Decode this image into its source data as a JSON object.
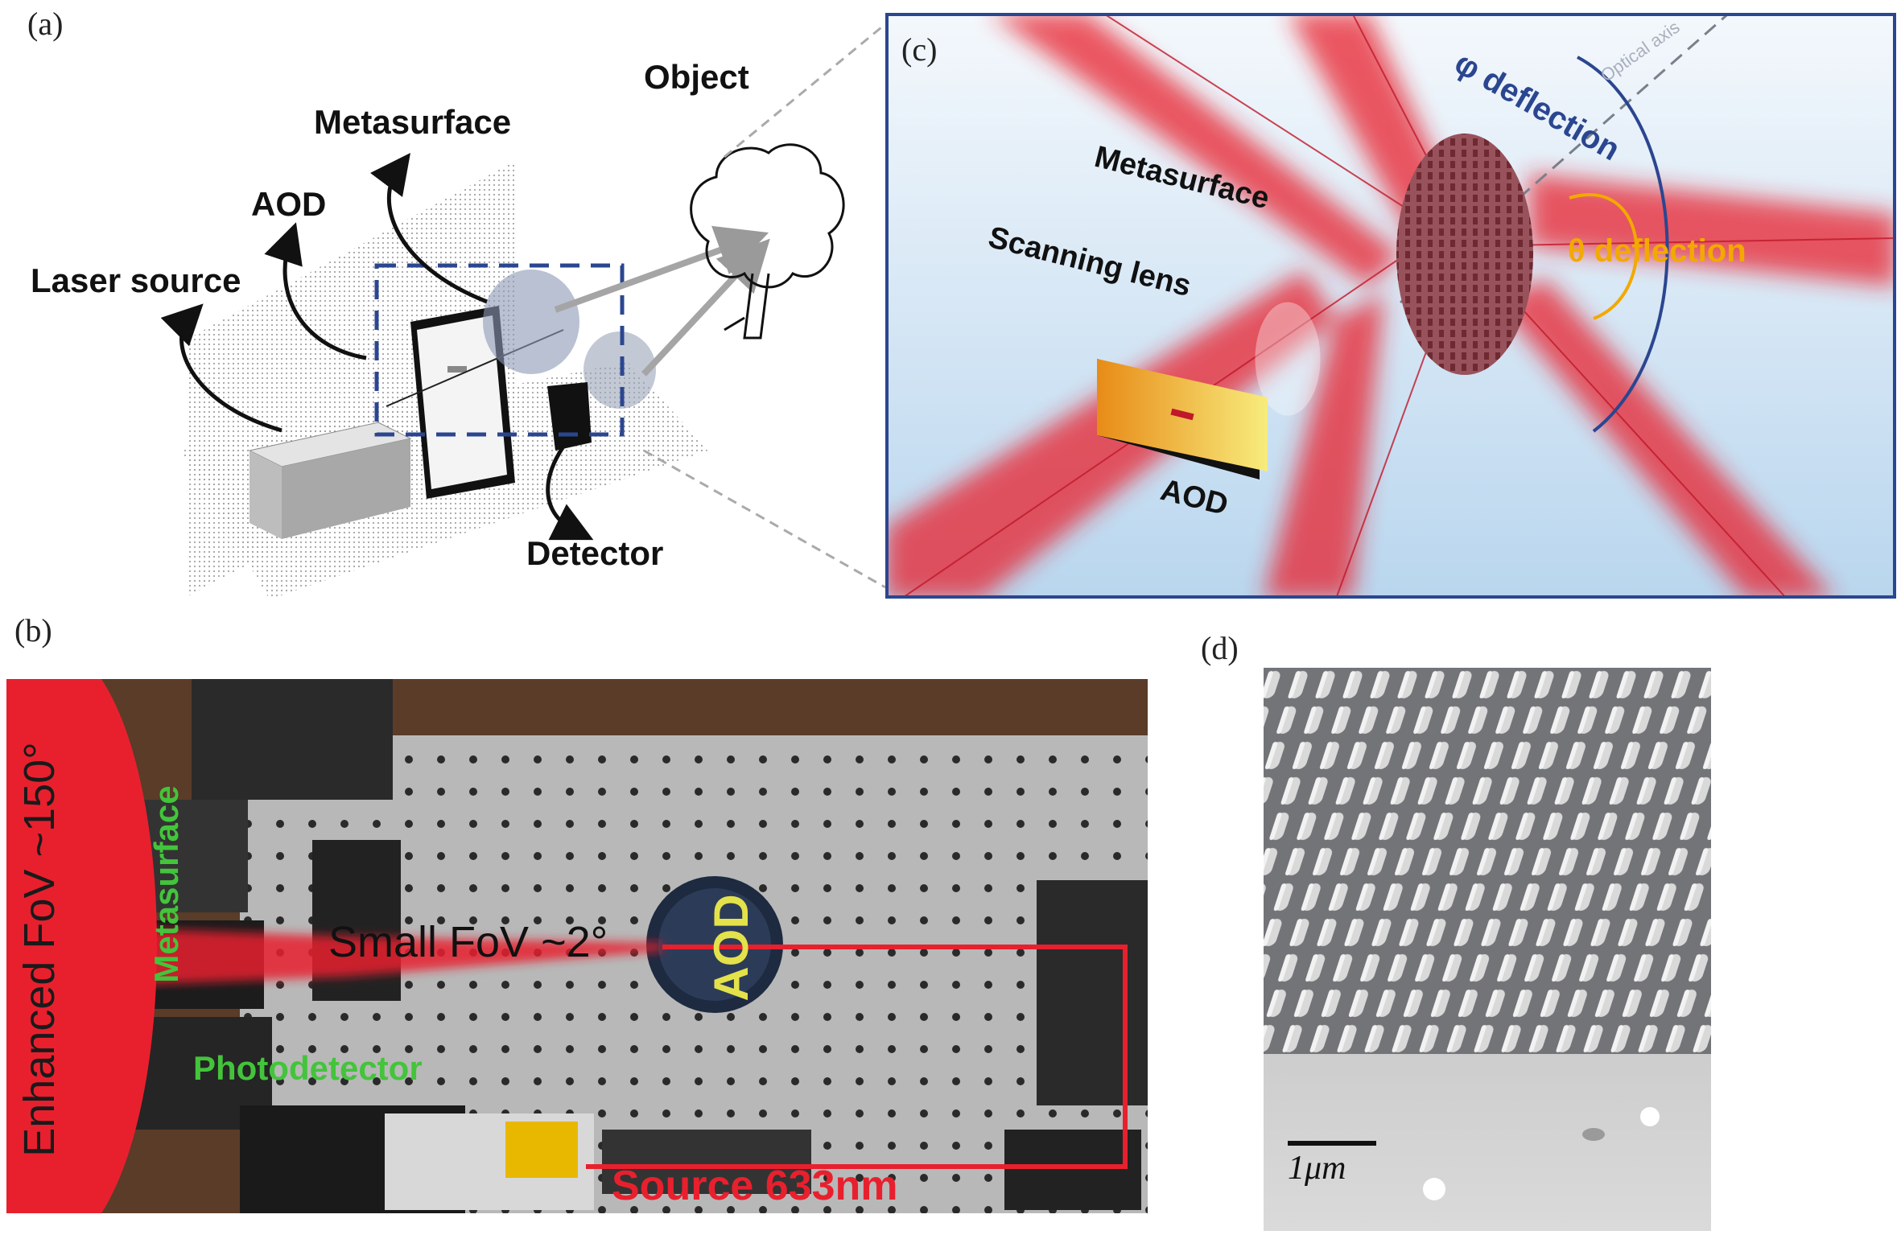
{
  "panel_labels": {
    "a": "(a)",
    "b": "(b)",
    "c": "(c)",
    "d": "(d)"
  },
  "panel_a": {
    "labels": {
      "object": "Object",
      "metasurface": "Metasurface",
      "aod": "AOD",
      "laser_source": "Laser source",
      "detector": "Detector"
    }
  },
  "panel_b": {
    "labels": {
      "enhanced_fov": "Enhanced FoV ~150°",
      "metasurface": "Metasurface",
      "photodetector": "Photodetector",
      "small_fov": "Small FoV ~2°",
      "aod": "AOD",
      "source": "Source 633nm"
    }
  },
  "panel_c": {
    "labels": {
      "metasurface": "Metasurface",
      "scanning_lens": "Scanning lens",
      "aod": "AOD",
      "phi_deflection": "φ deflection",
      "theta_deflection": "θ deflection",
      "optical_axis": "Optical axis"
    },
    "colors": {
      "frame": "#2b4690",
      "phi": "#2b4690",
      "theta": "#f2a900",
      "beam": "#e8202e"
    }
  },
  "panel_d": {
    "scale_bar": "1μm"
  }
}
